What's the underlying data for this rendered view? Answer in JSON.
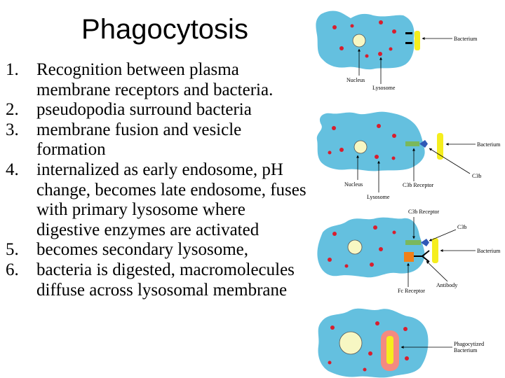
{
  "title": "Phagocytosis",
  "steps": [
    {
      "num": "1.",
      "text": "Recognition between plasma membrane receptors and bacteria."
    },
    {
      "num": "2.",
      "text": "pseudopodia surround bacteria"
    },
    {
      "num": "3.",
      "text": "membrane fusion and vesicle formation"
    },
    {
      "num": "4.",
      "text": "internalized as early endosome, pH change, becomes late endosome, fuses with primary lysosome where digestive enzymes are activated"
    },
    {
      "num": "5.",
      "text": "becomes secondary lysosome,"
    },
    {
      "num": "6.",
      "text": "bacteria is digested, macromolecules diffuse across lysosomal membrane"
    }
  ],
  "diagram": {
    "panel1": {
      "bacterium": "Bacterium",
      "nucleus": "Nucleus",
      "lysosome": "Lysosome"
    },
    "panel2": {
      "bacterium": "Bacterium",
      "c3b": "C3b",
      "nucleus": "Nucleus",
      "c3b_receptor": "C3b Receptor",
      "lysosome": "Lysosome"
    },
    "panel3": {
      "c3b_receptor": "C3b Receptor",
      "c3b": "C3b",
      "bacterium": "Bacterium",
      "antibody": "Antibody",
      "fc_receptor": "Fc Receptor"
    },
    "panel4": {
      "phagocytized_line1": "Phagocytized",
      "phagocytized_line2": "Bacterium"
    }
  },
  "colors": {
    "cell": "#64c0df",
    "granule": "#d81e2e",
    "nucleus": "#f7f7c3",
    "bacterium": "#f5ee1e",
    "c3b": "#2f58b6",
    "c3b_receptor": "#7ab85c",
    "fc_receptor": "#f08018",
    "phagosome": "#f48a80"
  }
}
